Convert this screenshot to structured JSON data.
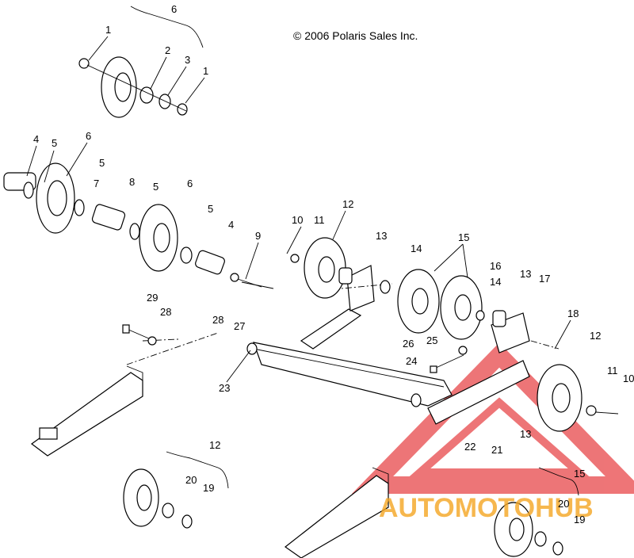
{
  "copyright": "© 2006 Polaris Sales Inc.",
  "watermark": {
    "text": "AUTOMOTOHUB",
    "colors": {
      "red": "#e8474a",
      "orange": "#f5a623",
      "gray": "#9a9a9a"
    }
  },
  "callouts": [
    "1",
    "2",
    "3",
    "1",
    "6",
    "4",
    "5",
    "6",
    "5",
    "7",
    "8",
    "5",
    "6",
    "5",
    "4",
    "9",
    "28",
    "27",
    "29",
    "28",
    "10",
    "11",
    "12",
    "13",
    "14",
    "15",
    "16",
    "14",
    "13",
    "17",
    "18",
    "12",
    "11",
    "10",
    "26",
    "25",
    "24",
    "23",
    "22",
    "21",
    "13",
    "12",
    "20",
    "19",
    "15",
    "20",
    "19"
  ]
}
